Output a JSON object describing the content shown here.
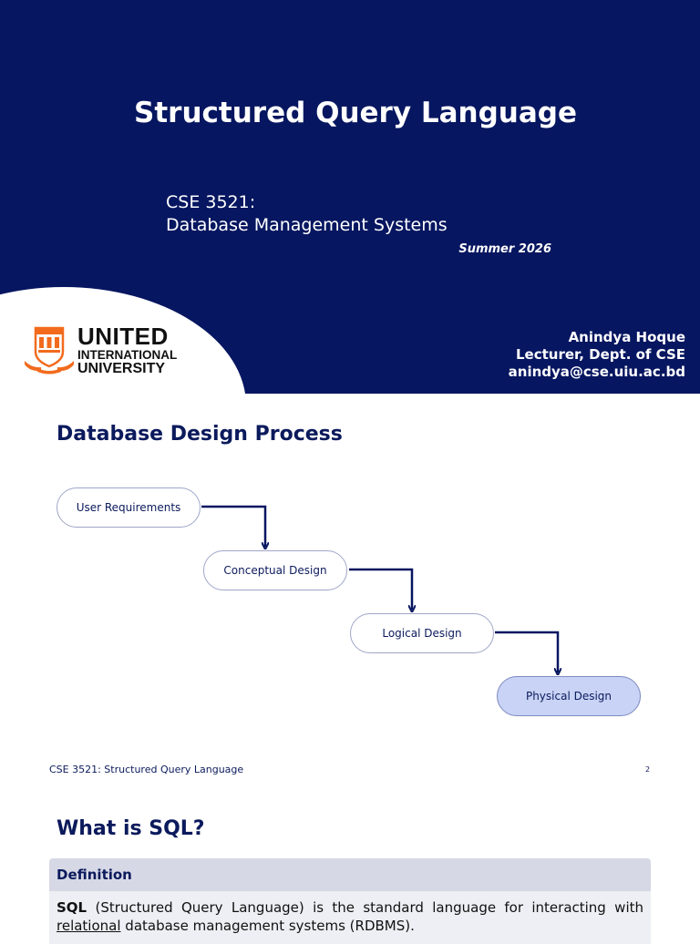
{
  "title_slide": {
    "title": "Structured Query Language",
    "course_code": "CSE 3521:",
    "course_name": "Database Management Systems",
    "term": "Summer 2026",
    "author_name": "Anindya Hoque",
    "author_role": "Lecturer, Dept. of CSE",
    "author_email": "anindya@cse.uiu.ac.bd",
    "logo": {
      "line1": "UNITED",
      "line2": "INTERNATIONAL",
      "line3": "UNIVERSITY",
      "emblem_icon": "university-crest-icon",
      "colors": {
        "text": "#111111",
        "emblem": "#f26b1d"
      }
    },
    "colors": {
      "background": "#061660",
      "text": "#ffffff"
    }
  },
  "design_slide": {
    "title": "Database Design Process",
    "steps": [
      "User Requirements",
      "Conceptual Design",
      "Logical Design",
      "Physical Design"
    ],
    "highlighted_step": "Physical Design",
    "colors": {
      "arrow": "#061660",
      "highlight": "#c9d3f5"
    },
    "footer_text": "CSE 3521: Structured Query Language",
    "page_number": "2"
  },
  "sql_slide": {
    "title": "What is SQL?",
    "block_title": "Definition",
    "definition": {
      "term": "SQL",
      "text_before": " (Structured Query Language) is the standard language for interacting with ",
      "underlined": "relational",
      "text_after": " database management systems (RDBMS)."
    }
  }
}
